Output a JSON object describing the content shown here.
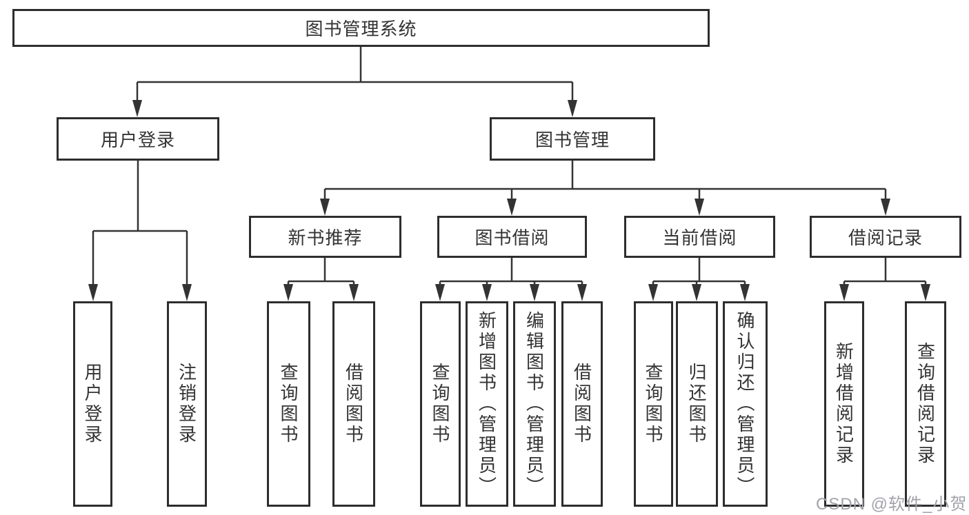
{
  "tree": {
    "label": "图书管理系统",
    "children": [
      {
        "label": "用户登录",
        "children": [
          {
            "label": "用户登录"
          },
          {
            "label": "注销登录"
          }
        ]
      },
      {
        "label": "图书管理",
        "children": [
          {
            "label": "新书推荐",
            "children": [
              {
                "label": "查询图书"
              },
              {
                "label": "借阅图书"
              }
            ]
          },
          {
            "label": "图书借阅",
            "children": [
              {
                "label": "查询图书"
              },
              {
                "label": "新增图书（管理员）"
              },
              {
                "label": "编辑图书（管理员）"
              },
              {
                "label": "借阅图书"
              }
            ]
          },
          {
            "label": "当前借阅",
            "children": [
              {
                "label": "查询图书"
              },
              {
                "label": "归还图书"
              },
              {
                "label": "确认归还（管理员）"
              }
            ]
          },
          {
            "label": "借阅记录",
            "children": [
              {
                "label": "新增借阅记录"
              },
              {
                "label": "查询借阅记录"
              }
            ]
          }
        ]
      }
    ]
  },
  "watermark": {
    "text": "CSDN @软件_小贺同学"
  },
  "colors": {
    "stroke": "#333333",
    "box_border": "#2d2d2d",
    "background": "#ffffff",
    "watermark": "#a2a2aa"
  }
}
